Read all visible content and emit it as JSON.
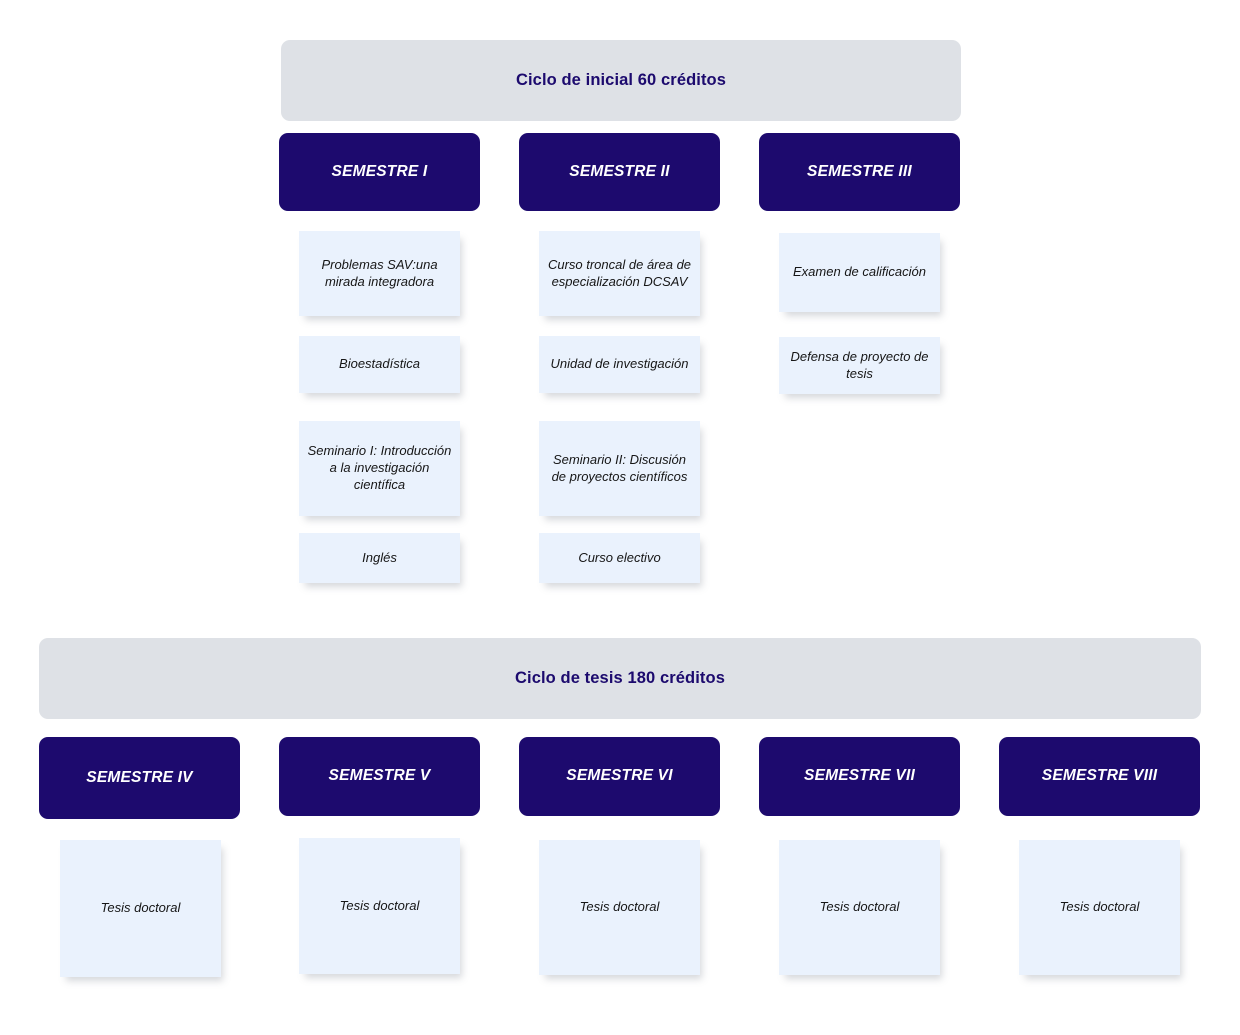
{
  "colors": {
    "page_background": "#ffffff",
    "banner_background": "#dee1e6",
    "banner_text": "#1c0a6e",
    "semester_background": "#1d0a6e",
    "semester_text": "#ffffff",
    "course_background": "#eaf2fd",
    "course_text": "#161616"
  },
  "cycles": [
    {
      "banner_label": "Ciclo de inicial 60 créditos",
      "semesters": [
        {
          "label": "SEMESTRE I",
          "courses": [
            "Problemas SAV:una mirada integradora",
            "Bioestadística",
            "Seminario I: Introducción a la investigación científica",
            "Inglés"
          ]
        },
        {
          "label": "SEMESTRE II",
          "courses": [
            "Curso troncal de área de especialización DCSAV",
            "Unidad de investigación",
            "Seminario II: Discusión de proyectos científicos",
            "Curso electivo"
          ]
        },
        {
          "label": "SEMESTRE III",
          "courses": [
            "Examen  de calificación",
            "Defensa de proyecto de tesis"
          ]
        }
      ]
    },
    {
      "banner_label": "Ciclo de tesis 180 créditos",
      "semesters": [
        {
          "label": "SEMESTRE IV",
          "courses": [
            "Tesis doctoral"
          ]
        },
        {
          "label": "SEMESTRE V",
          "courses": [
            "Tesis doctoral"
          ]
        },
        {
          "label": "SEMESTRE VI",
          "courses": [
            "Tesis doctoral"
          ]
        },
        {
          "label": "SEMESTRE VII",
          "courses": [
            "Tesis doctoral"
          ]
        },
        {
          "label": "SEMESTRE VIII",
          "courses": [
            "Tesis doctoral"
          ]
        }
      ]
    }
  ]
}
